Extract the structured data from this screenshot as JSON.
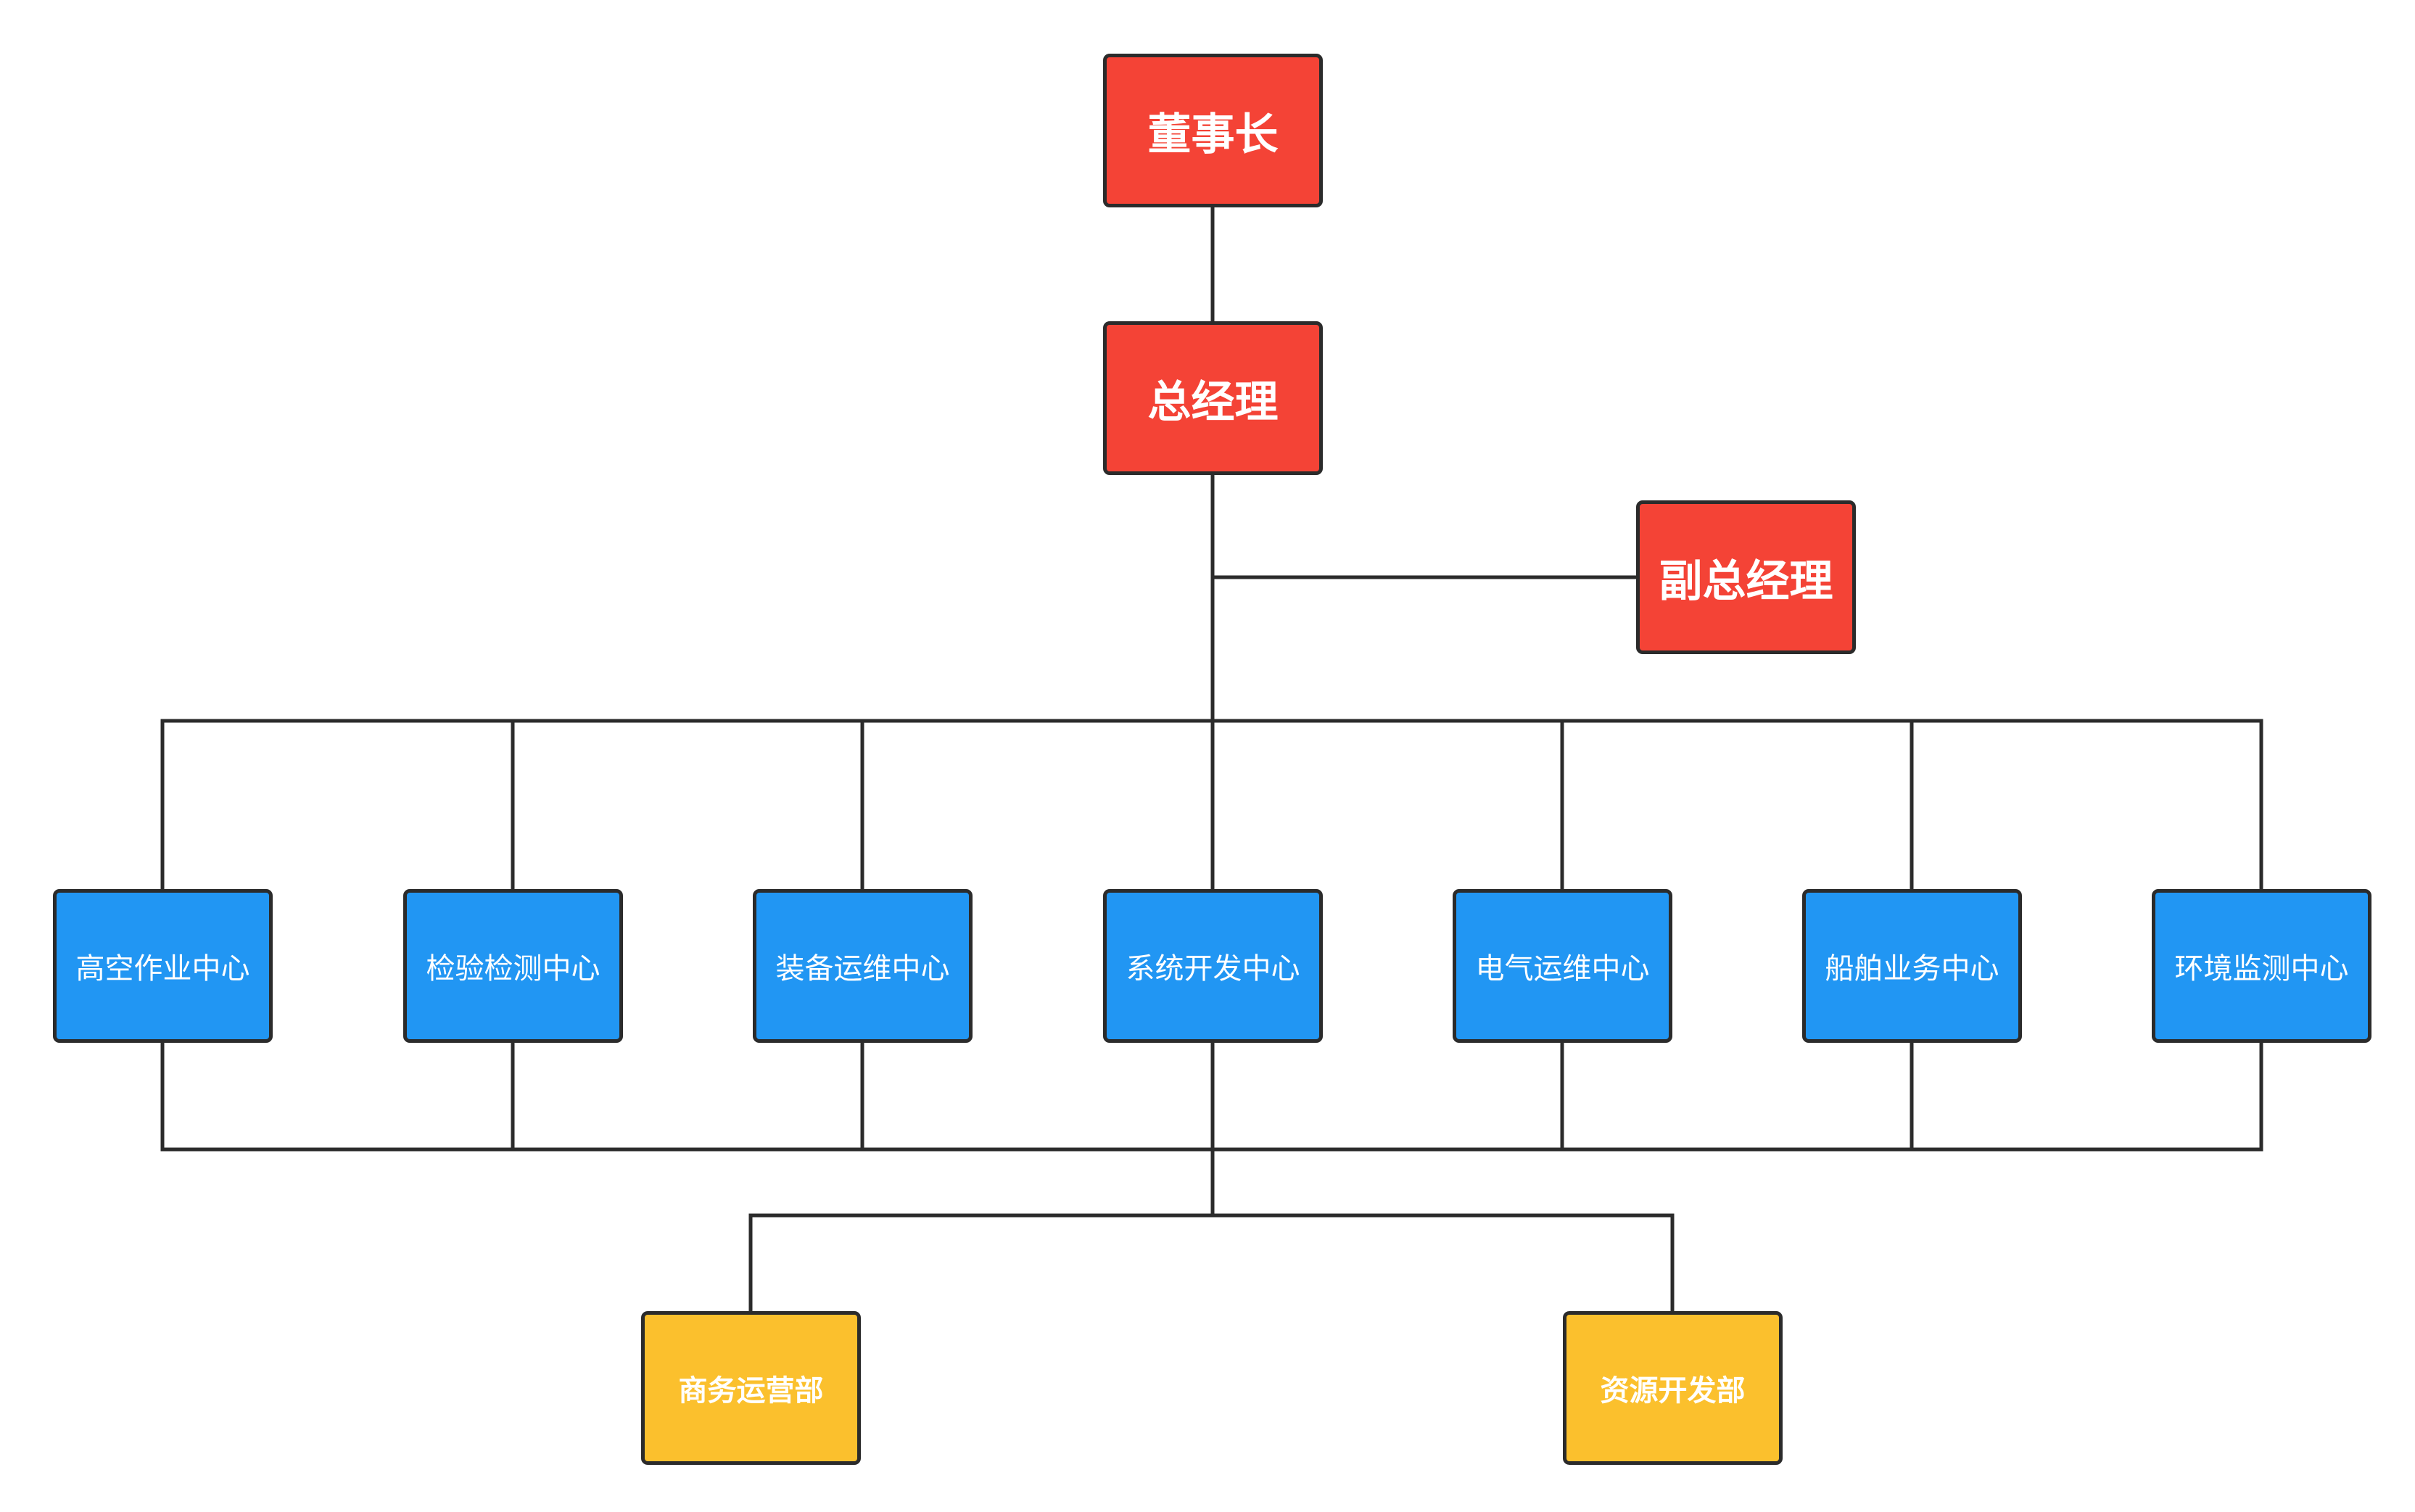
{
  "colors": {
    "executive": "#f44336",
    "center": "#2196f3",
    "department": "#fbc02d",
    "border": "#2b2b2b",
    "line": "#2b2b2b"
  },
  "executives": {
    "chairman": "董事长",
    "general_manager": "总经理",
    "deputy_general_manager": "副总经理"
  },
  "centers": [
    "高空作业中心",
    "检验检测中心",
    "装备运维中心",
    "系统开发中心",
    "电气运维中心",
    "船舶业务中心",
    "环境监测中心"
  ],
  "departments": [
    "商务运营部",
    "资源开发部"
  ]
}
